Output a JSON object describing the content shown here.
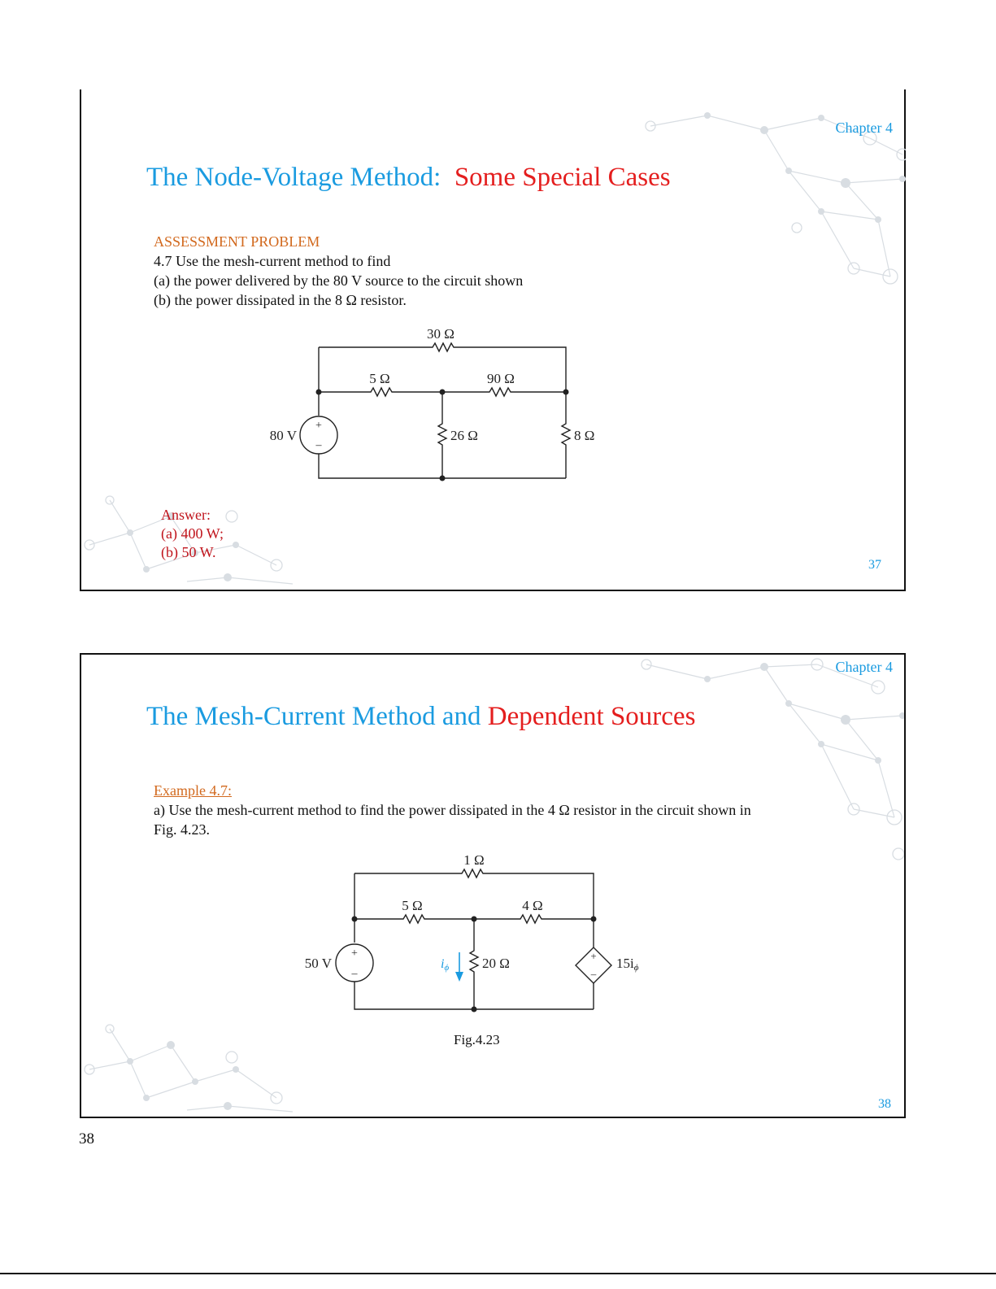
{
  "slides": [
    {
      "chapter": "Chapter 4",
      "title_blue": "The Node-Voltage Method:",
      "title_red": "Some Special Cases",
      "heading": "ASSESSMENT PROBLEM",
      "lines": [
        "4.7 Use the mesh-current method to find",
        "(a) the power delivered by the 80 V source to the circuit shown",
        "(b) the power dissipated in the 8 Ω resistor."
      ],
      "circuit": {
        "r_top": "30 Ω",
        "r_left": "5 Ω",
        "r_right": "90 Ω",
        "r_mid": "26 Ω",
        "r_far": "8 Ω",
        "source": "80 V"
      },
      "answer": [
        "Answer:",
        "(a) 400 W;",
        "(b) 50 W."
      ],
      "slide_number": "37"
    },
    {
      "chapter": "Chapter 4",
      "title_blue": "The Mesh-Current Method and",
      "title_red": "Dependent Sources",
      "example_label": "Example 4.7:",
      "lines": [
        "a) Use the mesh-current method to find the power dissipated in the 4 Ω resistor in the circuit shown in",
        "Fig. 4.23."
      ],
      "circuit": {
        "r_top": "1 Ω",
        "r_left": "5 Ω",
        "r_right": "4 Ω",
        "r_mid": "20 Ω",
        "source": "50 V",
        "current_label": "i",
        "current_sub": "ϕ",
        "dep_source": "15i",
        "dep_sub": "ϕ"
      },
      "caption": "Fig.4.23",
      "slide_number": "38"
    }
  ],
  "page_number": "38"
}
